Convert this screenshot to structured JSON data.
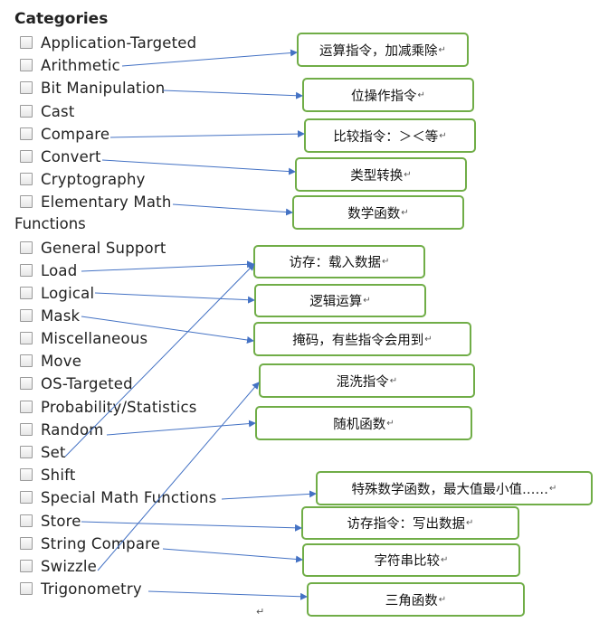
{
  "heading": "Categories",
  "functions_heading": "Functions",
  "return_mark": "↵",
  "categories": [
    "Application-Targeted",
    "Arithmetic",
    "Bit Manipulation",
    "Cast",
    "Compare",
    "Convert",
    "Cryptography",
    "Elementary Math",
    "General Support",
    "Load",
    "Logical",
    "Mask",
    "Miscellaneous",
    "Move",
    "OS-Targeted",
    "Probability/Statistics",
    "Random",
    "Set",
    "Shift",
    "Special Math Functions",
    "Store",
    "String Compare",
    "Swizzle",
    "Trigonometry"
  ],
  "annotations": [
    "运算指令，加减乘除",
    "位操作指令",
    "比较指令：＞＜等",
    "类型转换",
    "数学函数",
    "访存：载入数据",
    "逻辑运算",
    "掩码，有些指令会用到",
    "混洗指令",
    "随机函数",
    "特殊数学函数，最大值最小值……",
    "访存指令：写出数据",
    "字符串比较",
    "三角函数"
  ],
  "colors": {
    "box_border": "#70ad47",
    "arrow": "#4472c4",
    "checkbox_border": "#9a9a9a"
  }
}
